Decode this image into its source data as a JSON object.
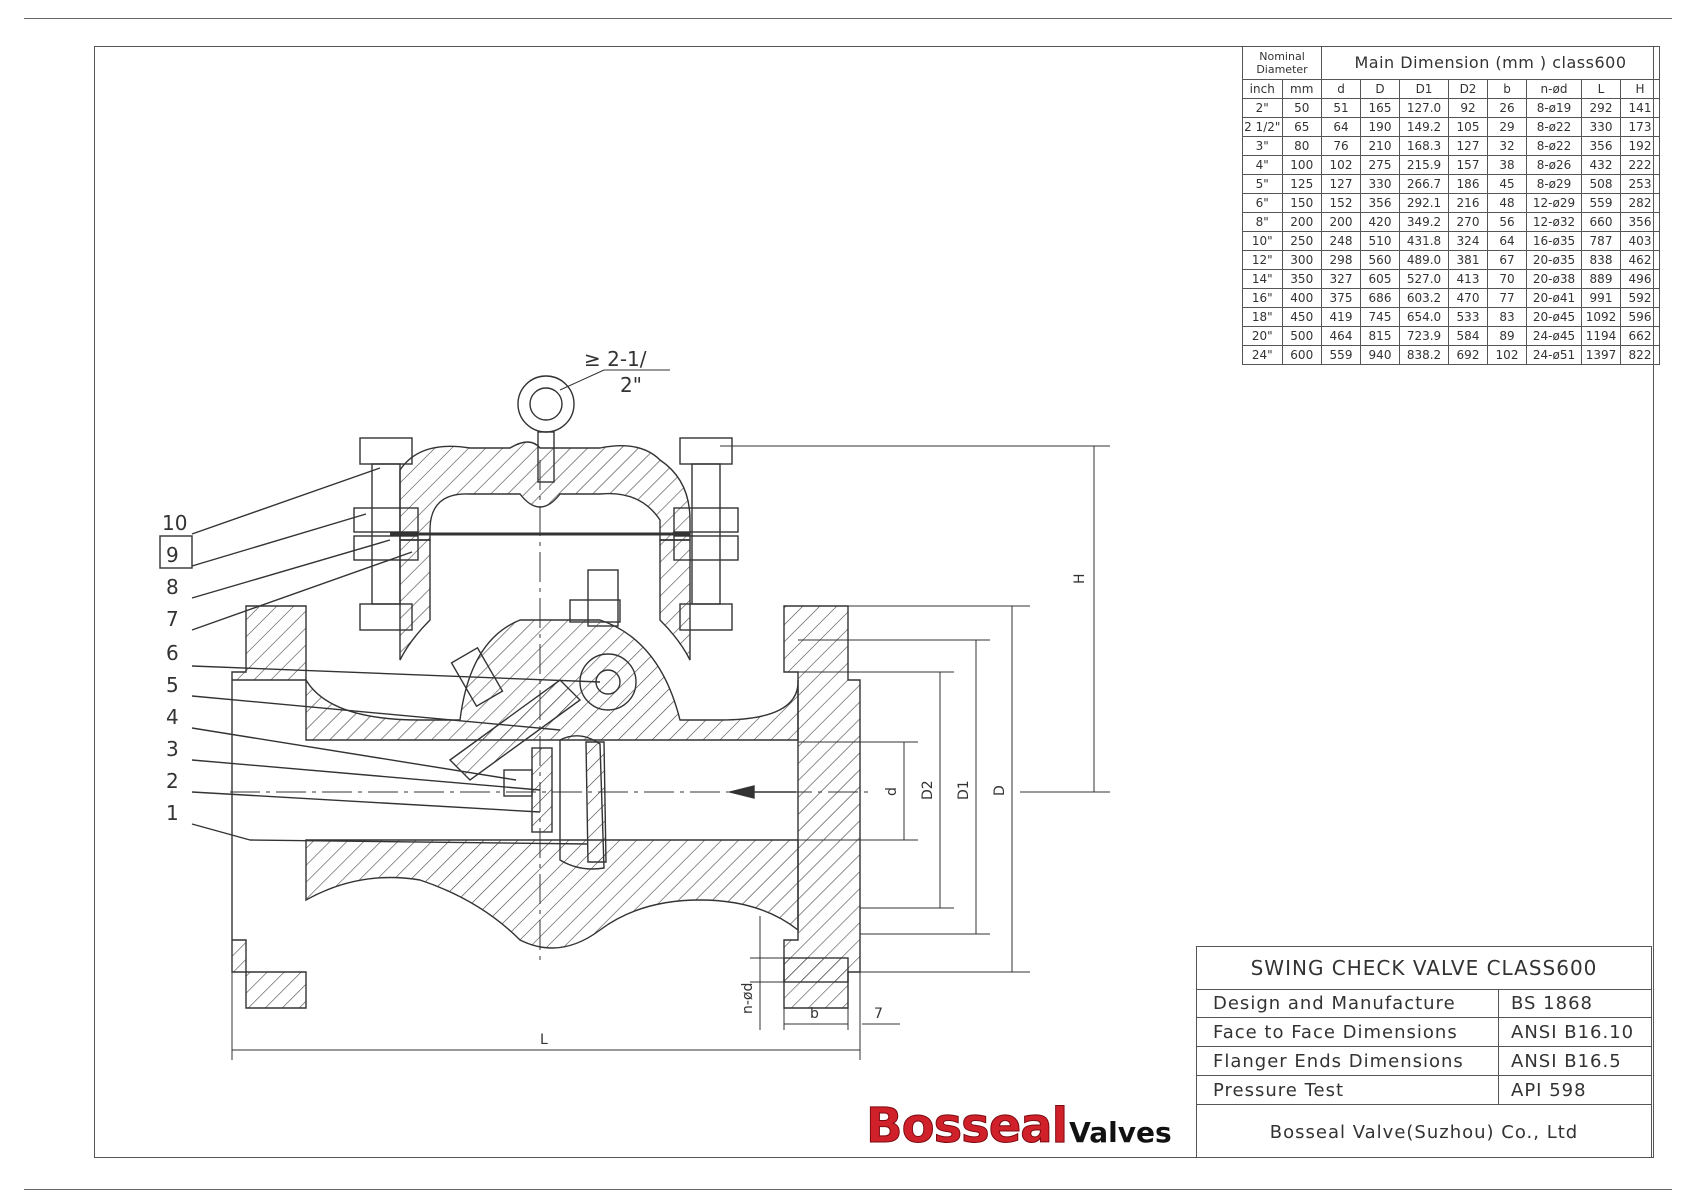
{
  "callouts": [
    "10",
    "9",
    "8",
    "7",
    "6",
    "5",
    "4",
    "3",
    "2",
    "1"
  ],
  "eyebolt_note_1": "≥ 2-1/",
  "eyebolt_note_2": "2\"",
  "dimension_labels": {
    "H": "H",
    "d": "d",
    "D2": "D2",
    "D1": "D1",
    "D": "D",
    "L": "L",
    "b": "b",
    "n_od": "n-ød",
    "seven": "7"
  },
  "table": {
    "nominal_header": [
      "Nominal",
      "Diameter"
    ],
    "main_header": "Main Dimension   (mm ) class600",
    "columns": [
      "inch",
      "mm",
      "d",
      "D",
      "D1",
      "D2",
      "b",
      "n-ød",
      "L",
      "H"
    ],
    "rows": [
      [
        "2\"",
        "50",
        "51",
        "165",
        "127.0",
        "92",
        "26",
        "8-ø19",
        "292",
        "141"
      ],
      [
        "2 1/2\"",
        "65",
        "64",
        "190",
        "149.2",
        "105",
        "29",
        "8-ø22",
        "330",
        "173"
      ],
      [
        "3\"",
        "80",
        "76",
        "210",
        "168.3",
        "127",
        "32",
        "8-ø22",
        "356",
        "192"
      ],
      [
        "4\"",
        "100",
        "102",
        "275",
        "215.9",
        "157",
        "38",
        "8-ø26",
        "432",
        "222"
      ],
      [
        "5\"",
        "125",
        "127",
        "330",
        "266.7",
        "186",
        "45",
        "8-ø29",
        "508",
        "253"
      ],
      [
        "6\"",
        "150",
        "152",
        "356",
        "292.1",
        "216",
        "48",
        "12-ø29",
        "559",
        "282"
      ],
      [
        "8\"",
        "200",
        "200",
        "420",
        "349.2",
        "270",
        "56",
        "12-ø32",
        "660",
        "356"
      ],
      [
        "10\"",
        "250",
        "248",
        "510",
        "431.8",
        "324",
        "64",
        "16-ø35",
        "787",
        "403"
      ],
      [
        "12\"",
        "300",
        "298",
        "560",
        "489.0",
        "381",
        "67",
        "20-ø35",
        "838",
        "462"
      ],
      [
        "14\"",
        "350",
        "327",
        "605",
        "527.0",
        "413",
        "70",
        "20-ø38",
        "889",
        "496"
      ],
      [
        "16\"",
        "400",
        "375",
        "686",
        "603.2",
        "470",
        "77",
        "20-ø41",
        "991",
        "592"
      ],
      [
        "18\"",
        "450",
        "419",
        "745",
        "654.0",
        "533",
        "83",
        "20-ø45",
        "1092",
        "596"
      ],
      [
        "20\"",
        "500",
        "464",
        "815",
        "723.9",
        "584",
        "89",
        "24-ø45",
        "1194",
        "662"
      ],
      [
        "24\"",
        "600",
        "559",
        "940",
        "838.2",
        "692",
        "102",
        "24-ø51",
        "1397",
        "822"
      ]
    ]
  },
  "title_block": {
    "title": "SWING CHECK VALVE CLASS600",
    "rows": [
      {
        "label": "Design and Manufacture",
        "value": "BS 1868"
      },
      {
        "label": "Face to Face Dimensions",
        "value": "ANSI B16.10"
      },
      {
        "label": "Flanger Ends Dimensions",
        "value": "ANSI B16.5"
      },
      {
        "label": "Pressure Test",
        "value": "API 598"
      }
    ],
    "company": "Bosseal Valve(Suzhou) Co., Ltd"
  },
  "logo": {
    "main": "Bosseal",
    "sub": "Valves",
    "brand_color": "#d0202a"
  }
}
